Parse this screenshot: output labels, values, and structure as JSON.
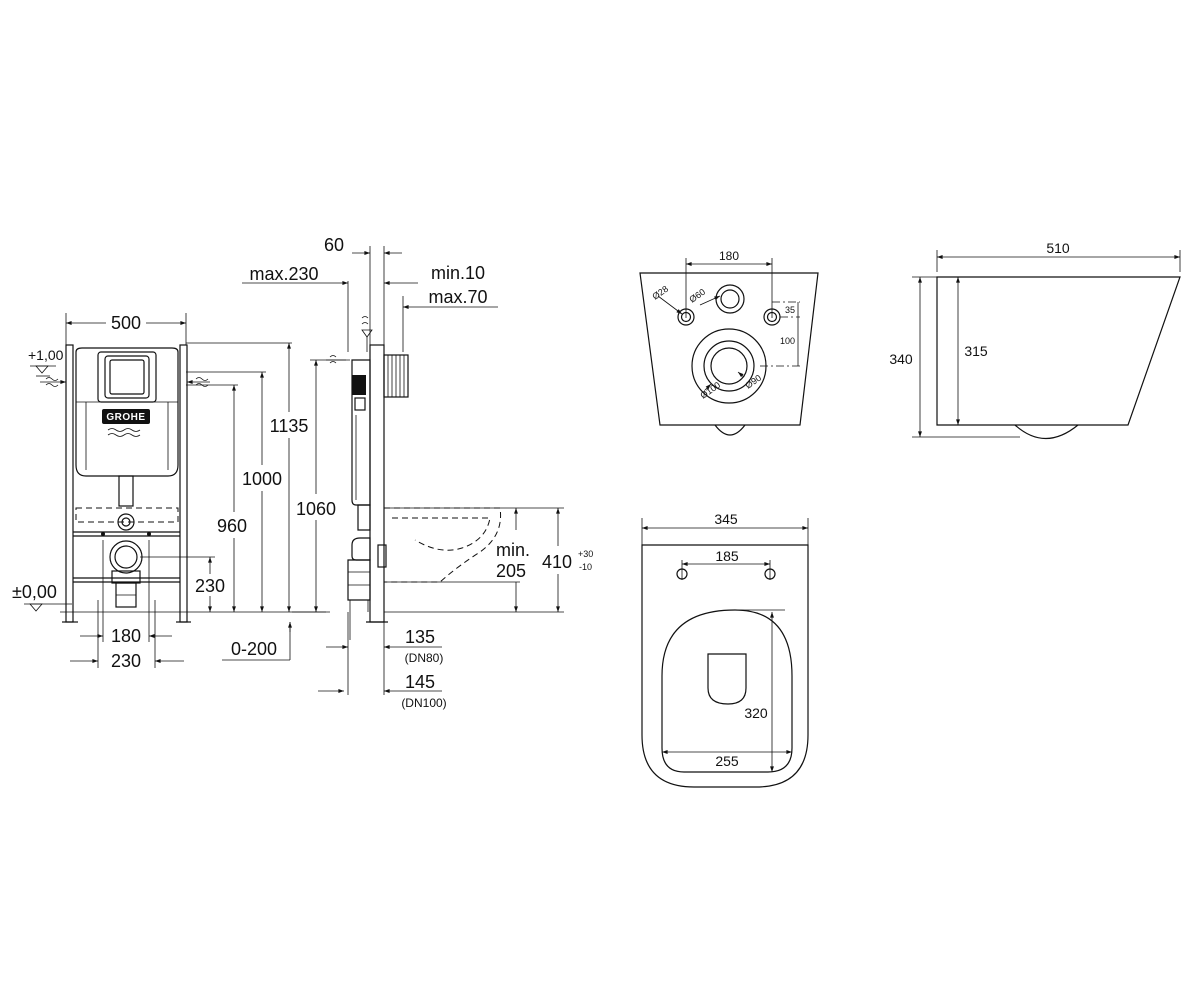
{
  "front_view": {
    "width": "500",
    "level_top": "+1,00",
    "level_zero": "±0,00",
    "h_1135": "1135",
    "h_1000": "1000",
    "h_960": "960",
    "h_230": "230",
    "w_180": "180",
    "w_230": "230",
    "brand": "GROHE"
  },
  "side_view": {
    "d_60": "60",
    "max_230": "max.230",
    "min_10": "min.10",
    "max_70": "max.70",
    "h_1060": "1060",
    "range_0_200": "0-200",
    "min_label": "min.",
    "min_205": "205",
    "h_410": "410",
    "tol_plus": "+30",
    "tol_minus": "-10",
    "d_135": "135",
    "dn80": "(DN80)",
    "d_145": "145",
    "dn100": "(DN100)"
  },
  "back_view": {
    "spacing_180": "180",
    "dia_28": "Ø28",
    "dia_60": "Ø60",
    "dia_100": "Ø100",
    "dia_90": "Ø90",
    "d_35": "35",
    "d_100": "100"
  },
  "profile_view": {
    "length_510": "510",
    "height_340": "340",
    "height_315": "315"
  },
  "top_view": {
    "width_345": "345",
    "spacing_185": "185",
    "width_255": "255",
    "length_320": "320"
  }
}
